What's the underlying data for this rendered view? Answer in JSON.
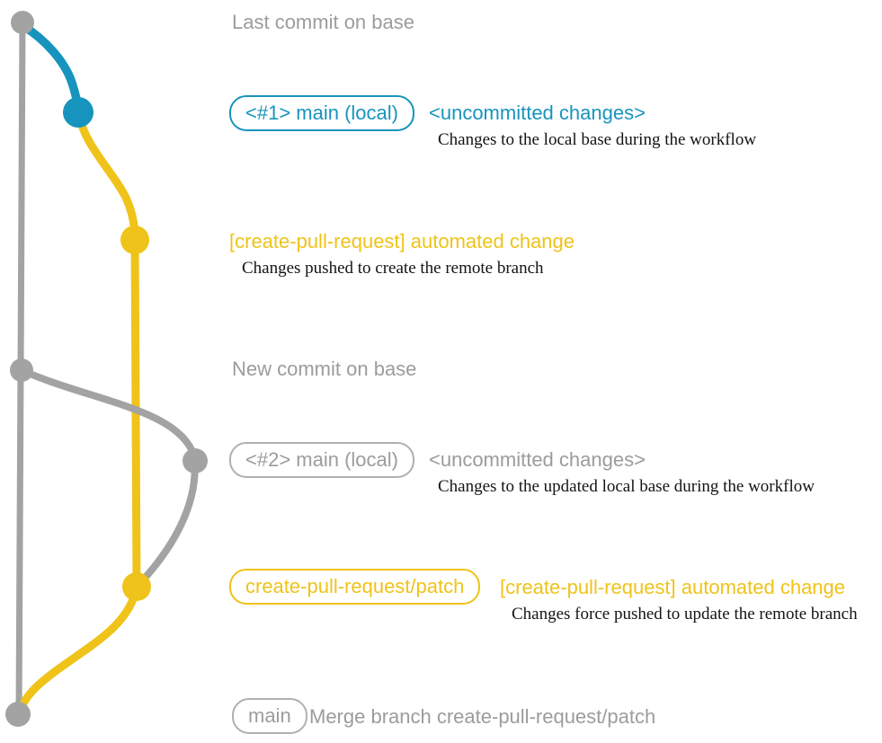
{
  "colors": {
    "blue": "#1794BE",
    "yellow": "#EFC319",
    "gray": "#A3A3A3",
    "gray_text": "#9C9C9C",
    "black_text": "#141414"
  },
  "base_branch": {
    "last_commit_label": "Last commit on base",
    "new_commit_label": "New commit on base"
  },
  "commit1": {
    "branch_tag": "<#1> main (local)",
    "title": "<uncommitted changes>",
    "description": "Changes to the local base during the workflow"
  },
  "commit2": {
    "title": "[create-pull-request] automated change",
    "description": "Changes pushed to create the remote branch"
  },
  "commit3": {
    "branch_tag": "<#2> main (local)",
    "title": "<uncommitted changes>",
    "description": "Changes to the updated local base during the workflow"
  },
  "commit4": {
    "branch_tag": "create-pull-request/patch",
    "title": "[create-pull-request] automated change",
    "description": "Changes force pushed to update the remote branch"
  },
  "merge_commit": {
    "branch_tag": "main",
    "label": "Merge branch create-pull-request/patch"
  }
}
